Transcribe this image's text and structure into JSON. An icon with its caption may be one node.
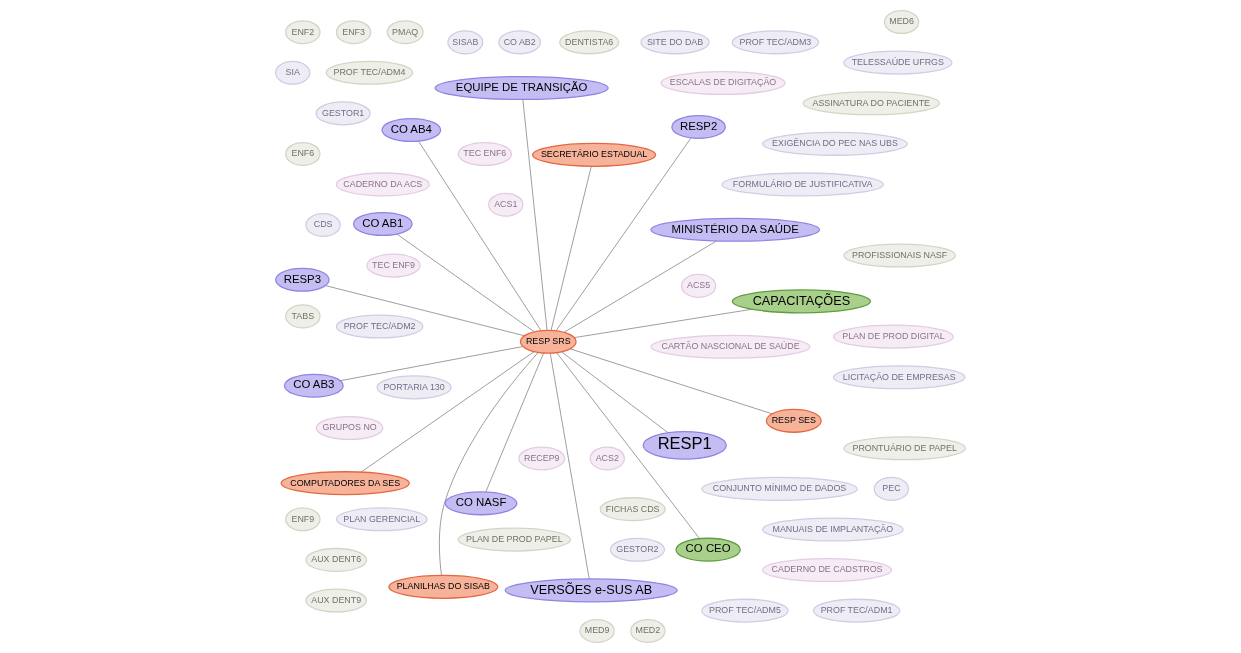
{
  "diagram": {
    "nodes": [
      {
        "text": [
          "CARTÃO NASCIONAL DE SAÚDE"
        ]
      },
      {
        "text": [
          "CO AB3"
        ]
      },
      {
        "text": [
          "CADERNO DA ACS"
        ]
      },
      {
        "text": [
          "TEC ENF6"
        ]
      },
      {
        "text": [
          "MINISTÉRIO DA SAÚDE"
        ]
      },
      {
        "text": [
          "CADERNO DE CADSTROS"
        ]
      },
      {
        "text": [
          "ACS5"
        ]
      },
      {
        "text": [
          "TEC ENF9"
        ]
      },
      {
        "text": [
          "ACS1"
        ]
      },
      {
        "text": [
          "EXIGÊNCIA DO PEC NAS UBS"
        ]
      },
      {
        "text": [
          "PLANILHAS DO SISAB"
        ]
      },
      {
        "text": [
          "CO AB4"
        ]
      },
      {
        "text": [
          "SECRETÁRIO ESTADUAL"
        ]
      },
      {
        "text": [
          "CO AB1"
        ]
      },
      {
        "text": [
          "ACS2"
        ]
      },
      {
        "text": [
          "RESP SRS"
        ]
      },
      {
        "text": [
          "GRUPOS NO"
        ]
      },
      {
        "text": [
          "RECEP9"
        ]
      },
      {
        "text": [
          "FORMULÁRIO DE JUSTIFICATIVA"
        ]
      },
      {
        "text": [
          "RESP SES"
        ]
      },
      {
        "text": [
          "ESCALAS DE DIGITAÇÃO"
        ]
      },
      {
        "text": [
          "CDS"
        ]
      },
      {
        "text": [
          "SISAB"
        ]
      },
      {
        "text": [
          "PLAN DE PROD DIGITAL"
        ]
      },
      {
        "text": [
          "LICITAÇÃO DE EMPRESAS"
        ]
      },
      {
        "text": [
          "PORTARIA 130"
        ]
      },
      {
        "text": [
          "PEC"
        ]
      },
      {
        "text": [
          "PMAQ"
        ]
      },
      {
        "text": [
          "COMPUTADORES DA SES"
        ]
      },
      {
        "text": [
          "ENF3"
        ]
      },
      {
        "text": [
          "VERSÕES e-SUS AB"
        ]
      },
      {
        "text": [
          "ENF2"
        ]
      },
      {
        "text": [
          "CONJUNTO MÍNIMO DE DADOS"
        ]
      },
      {
        "text": [
          "ENF6"
        ]
      },
      {
        "text": [
          "TABS"
        ]
      },
      {
        "text": [
          "SITE DO DAB"
        ]
      },
      {
        "text": [
          "ENF9"
        ]
      },
      {
        "text": [
          "CO NASF"
        ]
      },
      {
        "text": [
          "RESP3"
        ]
      },
      {
        "text": [
          "PROFISSIONAIS NASF"
        ]
      },
      {
        "text": [
          "PROF TEC/ADM2"
        ]
      },
      {
        "text": [
          "MANUAIS DE IMPLANTAÇÃO"
        ]
      },
      {
        "text": [
          "GESTOR2"
        ]
      },
      {
        "text": [
          "TELESSAÚDE UFRGS"
        ]
      },
      {
        "text": [
          "PLAN DE PROD PAPEL"
        ]
      },
      {
        "text": [
          "PLAN GERENCIAL"
        ]
      },
      {
        "text": [
          "ASSINATURA DO PACIENTE"
        ]
      },
      {
        "text": [
          "CAPACITAÇÕES"
        ]
      },
      {
        "text": [
          "RESP2"
        ]
      },
      {
        "text": [
          "CO AB2"
        ]
      },
      {
        "text": [
          "EQUIPE DE TRANSIÇÃO"
        ]
      },
      {
        "text": [
          "FICHAS CDS"
        ]
      },
      {
        "text": [
          "RESP1"
        ]
      },
      {
        "text": [
          "MED9"
        ]
      },
      {
        "text": [
          "MED2"
        ]
      },
      {
        "text": [
          "GESTOR1"
        ]
      },
      {
        "text": [
          "PROF TEC/ADM4"
        ]
      },
      {
        "text": [
          "PROF TEC/ADM5"
        ]
      },
      {
        "text": [
          "MED6"
        ]
      },
      {
        "text": [
          "AUX DENT6"
        ]
      },
      {
        "text": [
          "PROF TEC/ADM1"
        ]
      },
      {
        "text": [
          "SIA"
        ]
      },
      {
        "text": [
          "PROF TEC/ADM3"
        ]
      },
      {
        "text": [
          "PRONTUÁRIO DE PAPEL"
        ]
      },
      {
        "text": [
          "AUX DENT9"
        ]
      },
      {
        "text": [
          "DENTISTA6"
        ]
      },
      {
        "text": [
          "CO CEO"
        ]
      }
    ],
    "edges": [
      {
        "from": 15,
        "to": 1,
        "arrow": "none"
      },
      {
        "from": 15,
        "to": 4,
        "arrow": "none"
      },
      {
        "from": 15,
        "to": 11,
        "arrow": "none"
      },
      {
        "from": 15,
        "to": 13,
        "arrow": "none"
      },
      {
        "from": 15,
        "to": 10,
        "arrow": "none"
      },
      {
        "from": 15,
        "to": 12,
        "arrow": "none"
      },
      {
        "from": 15,
        "to": 19,
        "arrow": "none"
      },
      {
        "from": 15,
        "to": 28,
        "arrow": "none"
      },
      {
        "from": 15,
        "to": 30,
        "arrow": "none"
      },
      {
        "from": 15,
        "to": 37,
        "arrow": "none"
      },
      {
        "from": 15,
        "to": 38,
        "arrow": "none"
      },
      {
        "from": 15,
        "to": 47,
        "arrow": "none"
      },
      {
        "from": 15,
        "to": 48,
        "arrow": "none"
      },
      {
        "from": 15,
        "to": 50,
        "arrow": "none"
      },
      {
        "from": 15,
        "to": 52,
        "arrow": "none"
      },
      {
        "from": 15,
        "to": 66,
        "arrow": "none"
      }
    ]
  }
}
